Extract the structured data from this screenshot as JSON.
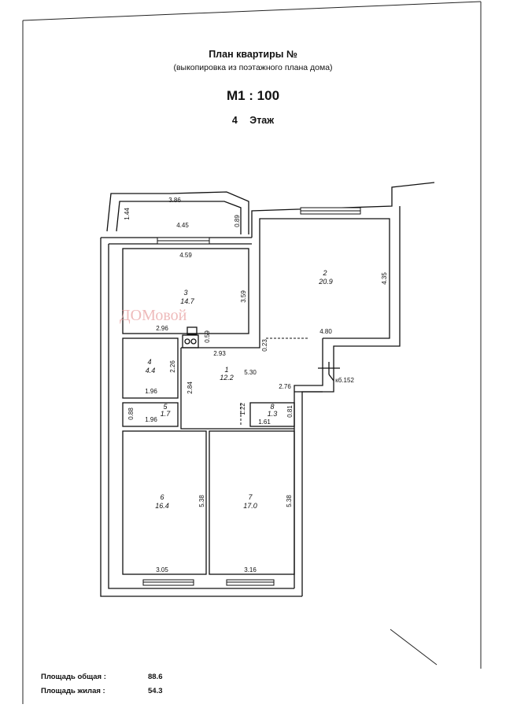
{
  "header": {
    "title": "План квартиры №",
    "subtitle": "(выкопировка из поэтажного плана дома)",
    "scale": "М1 : 100",
    "floor_number": "4",
    "floor_label": "Этаж"
  },
  "watermark": {
    "brand": "ДОМовой"
  },
  "rooms": [
    {
      "id": "room1",
      "num": "1",
      "area": "12.2"
    },
    {
      "id": "room2",
      "num": "2",
      "area": "20.9"
    },
    {
      "id": "room3",
      "num": "3",
      "area": "14.7"
    },
    {
      "id": "room4",
      "num": "4",
      "area": "4.4"
    },
    {
      "id": "room5",
      "num": "5",
      "area": "1.7"
    },
    {
      "id": "room6",
      "num": "6",
      "area": "16.4"
    },
    {
      "id": "room7",
      "num": "7",
      "area": "17.0"
    },
    {
      "id": "room8",
      "num": "8",
      "area": "1.3"
    }
  ],
  "dimensions": {
    "balcony_top": "3.86",
    "balcony_bottom": "4.45",
    "balcony_left": "1.44",
    "balcony_right": "0.89",
    "r3_top": "4.59",
    "r3_right": "3.59",
    "r3_bottom": "2.96",
    "r2_right": "4.35",
    "r2_bottom": "4.80",
    "r1_top": "2.93",
    "r1_right": "5.30",
    "r1_left": "2.84",
    "r1_bottom": "2.76",
    "r1_step": "1.22",
    "r1_n1": "0.59",
    "r1_n2": "0.23",
    "r4_right": "2.26",
    "r4_bottom": "1.96",
    "r5_left": "0.88",
    "r5_bottom": "1.96",
    "r8_bottom": "1.61",
    "r8_right": "0.81",
    "r6_right": "5.38",
    "r6_bottom": "3.05",
    "r7_right": "5.38",
    "r7_bottom": "3.16",
    "vent": "кб.152"
  },
  "footer": {
    "total_label": "Площадь общая :",
    "total_value": "88.6",
    "living_label": "Площадь жилая :",
    "living_value": "54.3"
  }
}
